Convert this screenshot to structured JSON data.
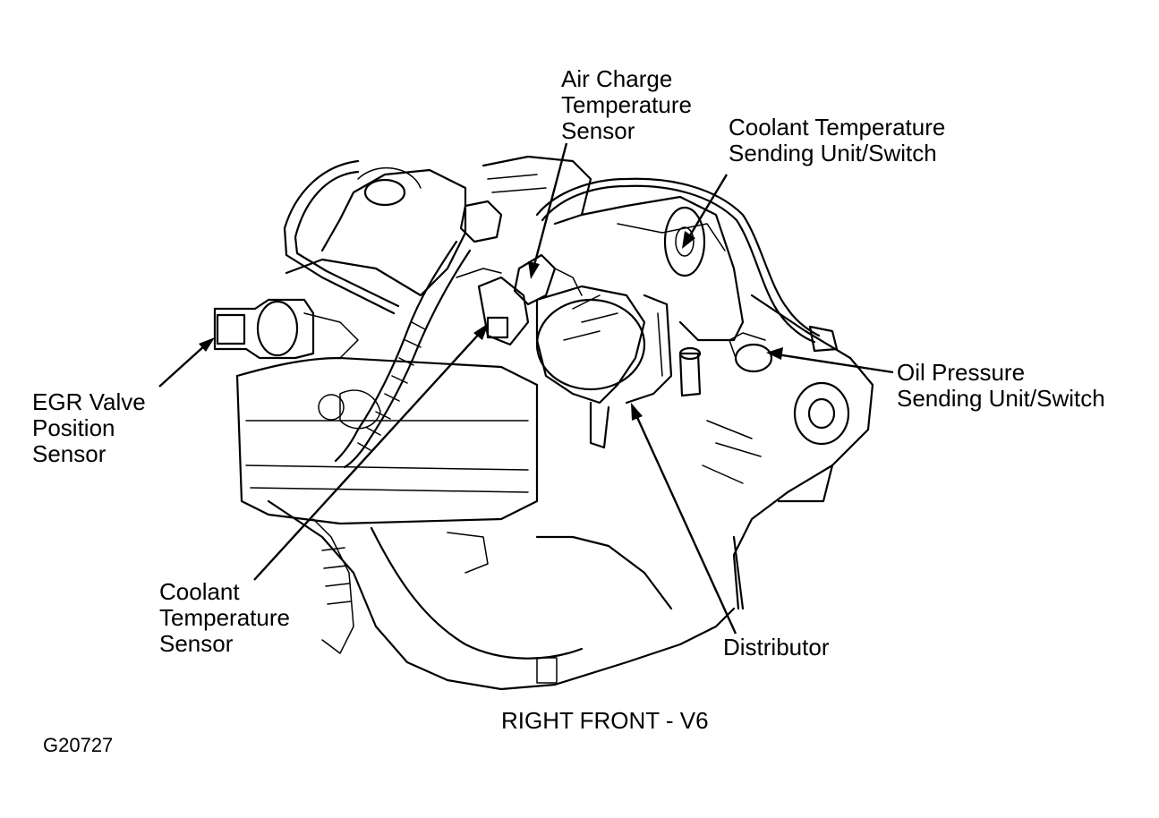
{
  "labels": {
    "air_charge": [
      "Air Charge",
      "Temperature",
      "Sensor"
    ],
    "coolant_sending": [
      "Coolant Temperature",
      "Sending Unit/Switch"
    ],
    "oil_pressure": [
      "Oil Pressure",
      "Sending Unit/Switch"
    ],
    "egr": [
      "EGR Valve",
      "Position",
      "Sensor"
    ],
    "coolant_sensor": [
      "Coolant",
      "Temperature",
      "Sensor"
    ],
    "distributor": "Distributor"
  },
  "caption": "RIGHT FRONT - V6",
  "figure_id": "G20727",
  "colors": {
    "line": "#000000",
    "background": "#ffffff"
  }
}
